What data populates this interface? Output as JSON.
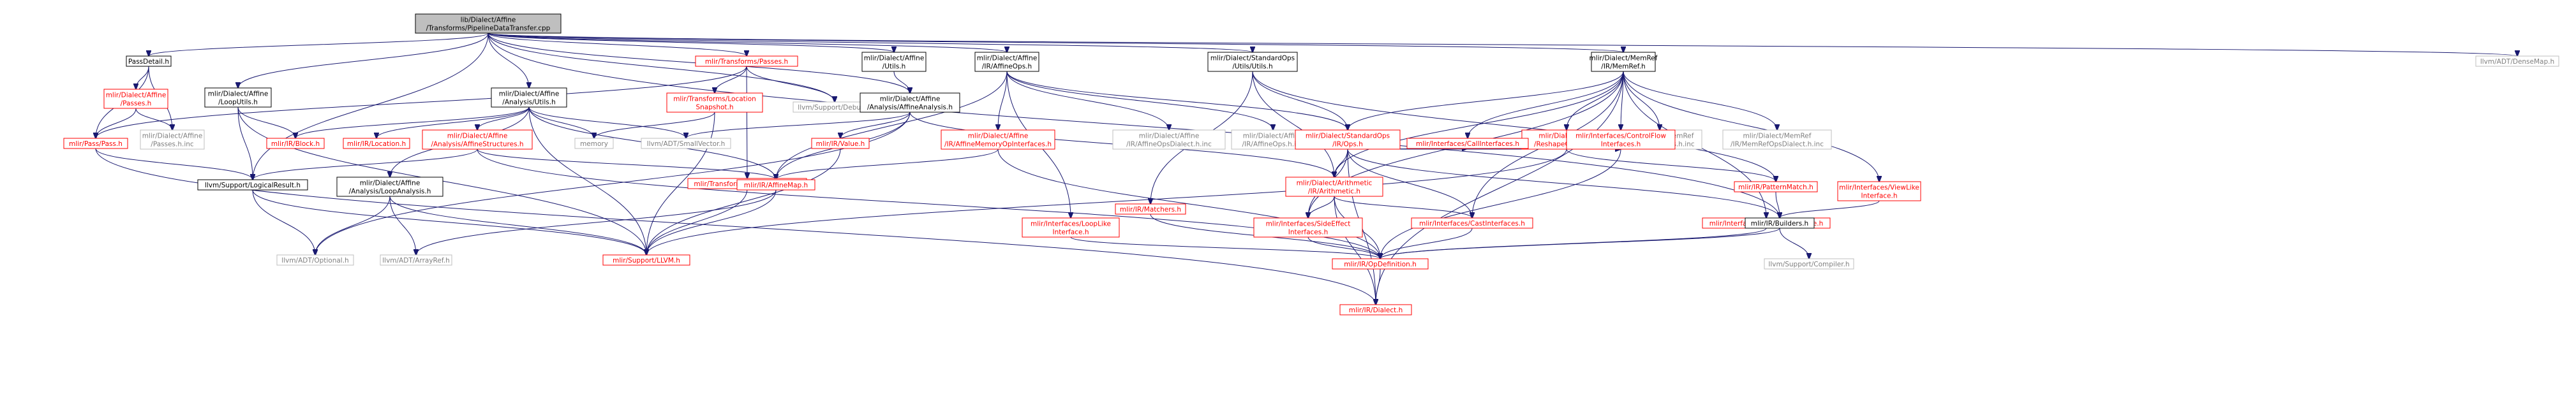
{
  "title": "lib/Dialect/Affine/Transforms/PipelineDataTransfer.cpp",
  "colors": {
    "root_fill": "#bfbfbf",
    "documented_border": "#000000",
    "undocumented_border": "#ff0000",
    "missing_border": "#bfbfbf",
    "edge": "#191970"
  },
  "nodes": [
    {
      "id": "root",
      "lines": [
        "lib/Dialect/Affine",
        "/Transforms/PipelineDataTransfer.cpp"
      ],
      "kind": "root"
    },
    {
      "id": "passdetail",
      "lines": [
        "PassDetail.h"
      ],
      "kind": "documented"
    },
    {
      "id": "transforms_passes",
      "lines": [
        "mlir/Transforms/Passes.h"
      ],
      "kind": "undocumented"
    },
    {
      "id": "affine_utils",
      "lines": [
        "mlir/Dialect/Affine",
        "/Utils.h"
      ],
      "kind": "documented"
    },
    {
      "id": "affineops",
      "lines": [
        "mlir/Dialect/Affine",
        "/IR/AffineOps.h"
      ],
      "kind": "documented"
    },
    {
      "id": "std_utils",
      "lines": [
        "mlir/Dialect/StandardOps",
        "/Utils/Utils.h"
      ],
      "kind": "documented"
    },
    {
      "id": "memref",
      "lines": [
        "mlir/Dialect/MemRef",
        "/IR/MemRef.h"
      ],
      "kind": "documented"
    },
    {
      "id": "densemap",
      "lines": [
        "llvm/ADT/DenseMap.h"
      ],
      "kind": "missing"
    },
    {
      "id": "affine_passes",
      "lines": [
        "mlir/Dialect/Affine",
        "/Passes.h"
      ],
      "kind": "undocumented"
    },
    {
      "id": "looputils",
      "lines": [
        "mlir/Dialect/Affine",
        "/LoopUtils.h"
      ],
      "kind": "documented"
    },
    {
      "id": "analysis_utils",
      "lines": [
        "mlir/Dialect/Affine",
        "/Analysis/Utils.h"
      ],
      "kind": "documented"
    },
    {
      "id": "location_snapshot",
      "lines": [
        "mlir/Transforms/Location",
        "Snapshot.h"
      ],
      "kind": "undocumented"
    },
    {
      "id": "debug",
      "lines": [
        "llvm/Support/Debug.h"
      ],
      "kind": "missing"
    },
    {
      "id": "affine_analysis",
      "lines": [
        "mlir/Dialect/Affine",
        "/Analysis/AffineAnalysis.h"
      ],
      "kind": "documented"
    },
    {
      "id": "affineops_dialect_inc",
      "lines": [
        "mlir/Dialect/Affine",
        "/IR/AffineOpsDialect.h.inc"
      ],
      "kind": "missing"
    },
    {
      "id": "affineops_inc",
      "lines": [
        "mlir/Dialect/Affine",
        "/IR/AffineOps.h.inc"
      ],
      "kind": "missing"
    },
    {
      "id": "std_ops",
      "lines": [
        "mlir/Dialect/StandardOps",
        "/IR/Ops.h"
      ],
      "kind": "undocumented"
    },
    {
      "id": "reshape_utils",
      "lines": [
        "mlir/Dialect/Utils",
        "/ReshapeOpsUtils.h"
      ],
      "kind": "undocumented"
    },
    {
      "id": "memrefops_inc",
      "lines": [
        "mlir/Dialect/MemRef",
        "/IR/MemRefOps.h.inc"
      ],
      "kind": "missing"
    },
    {
      "id": "memrefops_dialect_inc",
      "lines": [
        "mlir/Dialect/MemRef",
        "/IR/MemRefOpsDialect.h.inc"
      ],
      "kind": "missing"
    },
    {
      "id": "affine_passes_inc",
      "lines": [
        "mlir/Dialect/Affine",
        "/Passes.h.inc"
      ],
      "kind": "missing"
    },
    {
      "id": "pass",
      "lines": [
        "mlir/Pass/Pass.h"
      ],
      "kind": "undocumented"
    },
    {
      "id": "block",
      "lines": [
        "mlir/IR/Block.h"
      ],
      "kind": "undocumented"
    },
    {
      "id": "location",
      "lines": [
        "mlir/IR/Location.h"
      ],
      "kind": "undocumented"
    },
    {
      "id": "affine_structures",
      "lines": [
        "mlir/Dialect/Affine",
        "/Analysis/AffineStructures.h"
      ],
      "kind": "undocumented"
    },
    {
      "id": "memory",
      "lines": [
        "memory"
      ],
      "kind": "missing"
    },
    {
      "id": "smallvector",
      "lines": [
        "llvm/ADT/SmallVector.h"
      ],
      "kind": "missing"
    },
    {
      "id": "value",
      "lines": [
        "mlir/IR/Value.h"
      ],
      "kind": "undocumented"
    },
    {
      "id": "affine_memory_interfaces",
      "lines": [
        "mlir/Dialect/Affine",
        "/IR/AffineMemoryOpInterfaces.h"
      ],
      "kind": "undocumented"
    },
    {
      "id": "matchers",
      "lines": [
        "mlir/IR/Matchers.h"
      ],
      "kind": "undocumented"
    },
    {
      "id": "call_interfaces",
      "lines": [
        "mlir/Interfaces/CallInterfaces.h"
      ],
      "kind": "undocumented"
    },
    {
      "id": "control_flow",
      "lines": [
        "mlir/Interfaces/ControlFlow",
        "Interfaces.h"
      ],
      "kind": "undocumented"
    },
    {
      "id": "pattern_match",
      "lines": [
        "mlir/IR/PatternMatch.h"
      ],
      "kind": "undocumented"
    },
    {
      "id": "view_like",
      "lines": [
        "mlir/Interfaces/ViewLike",
        "Interface.h"
      ],
      "kind": "undocumented"
    },
    {
      "id": "logical_result",
      "lines": [
        "llvm/Support/LogicalResult.h"
      ],
      "kind": "documented"
    },
    {
      "id": "loop_analysis",
      "lines": [
        "mlir/Dialect/Affine",
        "/Analysis/LoopAnalysis.h"
      ],
      "kind": "documented"
    },
    {
      "id": "viewop_graph",
      "lines": [
        "mlir/Transforms/ViewOpGraph.h"
      ],
      "kind": "undocumented"
    },
    {
      "id": "affine_map",
      "lines": [
        "mlir/IR/AffineMap.h"
      ],
      "kind": "undocumented"
    },
    {
      "id": "arith",
      "lines": [
        "mlir/Dialect/Arithmetic",
        "/IR/Arithmetic.h"
      ],
      "kind": "undocumented"
    },
    {
      "id": "side_effect",
      "lines": [
        "mlir/Interfaces/SideEffect",
        "Interfaces.h"
      ],
      "kind": "undocumented"
    },
    {
      "id": "cast_interfaces",
      "lines": [
        "mlir/Interfaces/CastInterfaces.h"
      ],
      "kind": "undocumented"
    },
    {
      "id": "loop_like",
      "lines": [
        "mlir/Interfaces/LoopLike",
        "Interface.h"
      ],
      "kind": "undocumented"
    },
    {
      "id": "copy_interface",
      "lines": [
        "mlir/Interfaces/CopyOpInterface.h"
      ],
      "kind": "undocumented"
    },
    {
      "id": "builders",
      "lines": [
        "mlir/IR/Builders.h"
      ],
      "kind": "documented"
    },
    {
      "id": "optional",
      "lines": [
        "llvm/ADT/Optional.h"
      ],
      "kind": "missing"
    },
    {
      "id": "arrayref",
      "lines": [
        "llvm/ADT/ArrayRef.h"
      ],
      "kind": "missing"
    },
    {
      "id": "support_llvm",
      "lines": [
        "mlir/Support/LLVM.h"
      ],
      "kind": "undocumented"
    },
    {
      "id": "op_definition",
      "lines": [
        "mlir/IR/OpDefinition.h"
      ],
      "kind": "undocumented"
    },
    {
      "id": "compiler",
      "lines": [
        "llvm/Support/Compiler.h"
      ],
      "kind": "missing"
    },
    {
      "id": "dialect",
      "lines": [
        "mlir/IR/Dialect.h"
      ],
      "kind": "undocumented"
    }
  ],
  "edges": [
    [
      "root",
      "passdetail"
    ],
    [
      "root",
      "transforms_passes"
    ],
    [
      "root",
      "affine_utils"
    ],
    [
      "root",
      "affineops"
    ],
    [
      "root",
      "std_utils"
    ],
    [
      "root",
      "memref"
    ],
    [
      "root",
      "densemap"
    ],
    [
      "root",
      "looputils"
    ],
    [
      "root",
      "analysis_utils"
    ],
    [
      "root",
      "debug"
    ],
    [
      "root",
      "affine_analysis"
    ],
    [
      "root",
      "builders"
    ],
    [
      "root",
      "logical_result"
    ],
    [
      "passdetail",
      "affine_passes"
    ],
    [
      "passdetail",
      "pass"
    ],
    [
      "passdetail",
      "affine_passes_inc"
    ],
    [
      "affine_passes",
      "pass"
    ],
    [
      "affine_passes",
      "affine_passes_inc"
    ],
    [
      "transforms_passes",
      "pass"
    ],
    [
      "transforms_passes",
      "location_snapshot"
    ],
    [
      "transforms_passes",
      "debug"
    ],
    [
      "transforms_passes",
      "viewop_graph"
    ],
    [
      "affine_utils",
      "affine_analysis"
    ],
    [
      "affineops",
      "affineops_dialect_inc"
    ],
    [
      "affineops",
      "affineops_inc"
    ],
    [
      "affineops",
      "std_ops"
    ],
    [
      "affineops",
      "affine_memory_interfaces"
    ],
    [
      "affineops",
      "loop_like"
    ],
    [
      "affineops",
      "affine_map"
    ],
    [
      "std_utils",
      "std_ops"
    ],
    [
      "std_utils",
      "arith"
    ],
    [
      "std_utils",
      "matchers"
    ],
    [
      "std_utils",
      "pattern_match"
    ],
    [
      "memref",
      "std_ops"
    ],
    [
      "memref",
      "reshape_utils"
    ],
    [
      "memref",
      "memrefops_inc"
    ],
    [
      "memref",
      "memrefops_dialect_inc"
    ],
    [
      "memref",
      "arith"
    ],
    [
      "memref",
      "call_interfaces"
    ],
    [
      "memref",
      "control_flow"
    ],
    [
      "memref",
      "view_like"
    ],
    [
      "memref",
      "copy_interface"
    ],
    [
      "memref",
      "cast_interfaces"
    ],
    [
      "memref",
      "side_effect"
    ],
    [
      "memref",
      "dialect"
    ],
    [
      "looputils",
      "block"
    ],
    [
      "looputils",
      "logical_result"
    ],
    [
      "looputils",
      "support_llvm"
    ],
    [
      "analysis_utils",
      "block"
    ],
    [
      "analysis_utils",
      "location"
    ],
    [
      "analysis_utils",
      "affine_structures"
    ],
    [
      "analysis_utils",
      "memory"
    ],
    [
      "analysis_utils",
      "smallvector"
    ],
    [
      "analysis_utils",
      "affine_map"
    ],
    [
      "analysis_utils",
      "support_llvm"
    ],
    [
      "analysis_utils",
      "loop_analysis"
    ],
    [
      "location_snapshot",
      "memory"
    ],
    [
      "location_snapshot",
      "support_llvm"
    ],
    [
      "affine_analysis",
      "value"
    ],
    [
      "affine_analysis",
      "smallvector"
    ],
    [
      "affine_analysis",
      "arith"
    ],
    [
      "affine_analysis",
      "optional"
    ],
    [
      "affine_analysis",
      "affine_map"
    ],
    [
      "std_ops",
      "arith"
    ],
    [
      "std_ops",
      "call_interfaces"
    ],
    [
      "std_ops",
      "cast_interfaces"
    ],
    [
      "std_ops",
      "side_effect"
    ],
    [
      "std_ops",
      "control_flow"
    ],
    [
      "std_ops",
      "builders"
    ],
    [
      "std_ops",
      "dialect"
    ],
    [
      "reshape_utils",
      "pattern_match"
    ],
    [
      "reshape_utils",
      "support_llvm"
    ],
    [
      "pass",
      "logical_result"
    ],
    [
      "pass",
      "dialect"
    ],
    [
      "affine_structures",
      "logical_result"
    ],
    [
      "affine_structures",
      "affine_map"
    ],
    [
      "affine_structures",
      "op_definition"
    ],
    [
      "value",
      "support_llvm"
    ],
    [
      "affine_memory_interfaces",
      "affine_map"
    ],
    [
      "affine_memory_interfaces",
      "op_definition"
    ],
    [
      "matchers",
      "op_definition"
    ],
    [
      "control_flow",
      "op_definition"
    ],
    [
      "pattern_match",
      "builders"
    ],
    [
      "view_like",
      "builders"
    ],
    [
      "logical_result",
      "optional"
    ],
    [
      "logical_result",
      "support_llvm"
    ],
    [
      "loop_analysis",
      "optional"
    ],
    [
      "loop_analysis",
      "arrayref"
    ],
    [
      "loop_analysis",
      "support_llvm"
    ],
    [
      "viewop_graph",
      "support_llvm"
    ],
    [
      "affine_map",
      "support_llvm"
    ],
    [
      "affine_map",
      "arrayref"
    ],
    [
      "arith",
      "side_effect"
    ],
    [
      "arith",
      "cast_interfaces"
    ],
    [
      "arith",
      "op_definition"
    ],
    [
      "arith",
      "dialect"
    ],
    [
      "side_effect",
      "op_definition"
    ],
    [
      "cast_interfaces",
      "op_definition"
    ],
    [
      "loop_like",
      "op_definition"
    ],
    [
      "copy_interface",
      "op_definition"
    ],
    [
      "builders",
      "op_definition"
    ],
    [
      "builders",
      "compiler"
    ],
    [
      "op_definition",
      "dialect"
    ]
  ]
}
